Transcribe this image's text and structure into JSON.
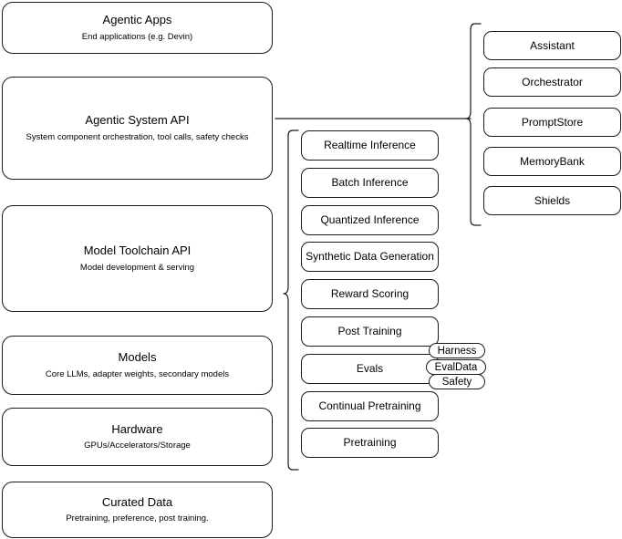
{
  "diagram": {
    "title_note": "Layered agentic stack architecture diagram",
    "stroke_color": "#1a1a1a",
    "background_color": "#ffffff"
  },
  "stack_layers": [
    {
      "title": "Agentic Apps",
      "subtitle": "End applications (e.g. Devin)"
    },
    {
      "title": "Agentic System API",
      "subtitle": "System component orchestration, tool calls, safety checks"
    },
    {
      "title": "Model Toolchain API",
      "subtitle": "Model development & serving"
    },
    {
      "title": "Models",
      "subtitle": "Core LLMs, adapter weights, secondary models"
    },
    {
      "title": "Hardware",
      "subtitle": "GPUs/Accelerators/Storage"
    },
    {
      "title": "Curated Data",
      "subtitle": "Pretraining, preference, post training."
    }
  ],
  "toolchain_capabilities": [
    {
      "label": "Realtime Inference"
    },
    {
      "label": "Batch Inference"
    },
    {
      "label": "Quantized Inference"
    },
    {
      "label": "Synthetic Data Generation"
    },
    {
      "label": "Reward Scoring"
    },
    {
      "label": "Post Training"
    },
    {
      "label": "Evals"
    },
    {
      "label": "Continual Pretraining"
    },
    {
      "label": "Pretraining"
    }
  ],
  "eval_subcomponents": [
    {
      "label": "Harness"
    },
    {
      "label": "EvalData"
    },
    {
      "label": "Safety"
    }
  ],
  "system_components": [
    {
      "label": "Assistant"
    },
    {
      "label": "Orchestrator"
    },
    {
      "label": "PromptStore"
    },
    {
      "label": "MemoryBank"
    },
    {
      "label": "Shields"
    }
  ]
}
